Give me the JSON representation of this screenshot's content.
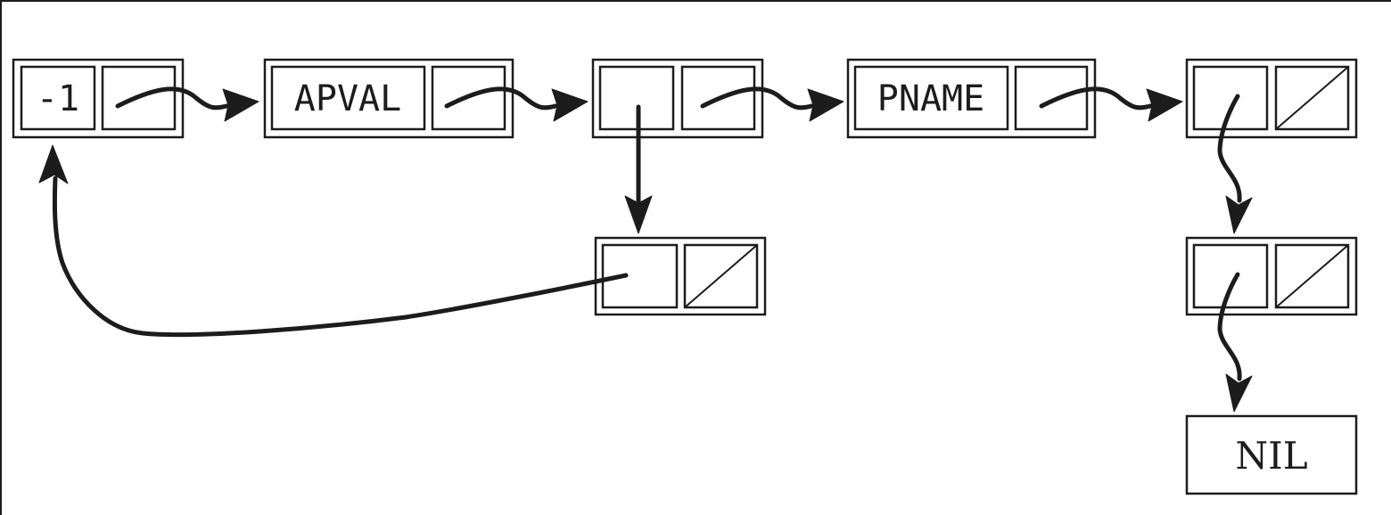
{
  "nodes": {
    "minus_one": {
      "car_text": "-1"
    },
    "apval": {
      "car_text": "APVAL"
    },
    "pname": {
      "car_text": "PNAME"
    },
    "nil": {
      "text": "NIL"
    }
  },
  "edges": [
    {
      "from": "minus-one-cell",
      "to": "apval-cell"
    },
    {
      "from": "apval-cell",
      "to": "value-cell"
    },
    {
      "from": "value-cell",
      "to": "pname-cell"
    },
    {
      "from": "pname-cell",
      "to": "pname-value-cell"
    },
    {
      "from": "value-cell",
      "to": "value-list-cell"
    },
    {
      "from": "value-list-cell",
      "to": "minus-one-cell"
    },
    {
      "from": "pname-value-cell",
      "to": "pname-second-cell"
    },
    {
      "from": "pname-second-cell",
      "to": "nil-atom"
    }
  ]
}
